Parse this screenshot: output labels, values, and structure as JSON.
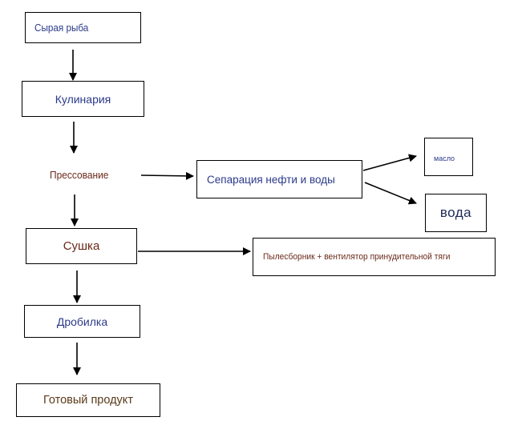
{
  "nodes": {
    "raw_fish": "Сырая рыба",
    "cooking": "Кулинария",
    "pressing": "Прессование",
    "separation": "Сепарация нефти и воды",
    "oil": "масло",
    "water": "вода",
    "drying": "Сушка",
    "dust_collector": "Пылесборник + вентилятор принудительной тяги",
    "crushing": "Дробилка",
    "final_product": "Готовый продукт"
  },
  "edges": [
    {
      "from": "raw_fish",
      "to": "cooking"
    },
    {
      "from": "cooking",
      "to": "pressing"
    },
    {
      "from": "pressing",
      "to": "drying"
    },
    {
      "from": "drying",
      "to": "crushing"
    },
    {
      "from": "crushing",
      "to": "final_product"
    },
    {
      "from": "pressing",
      "to": "separation"
    },
    {
      "from": "separation",
      "to": "oil"
    },
    {
      "from": "separation",
      "to": "water"
    },
    {
      "from": "drying",
      "to": "dust_collector"
    }
  ]
}
